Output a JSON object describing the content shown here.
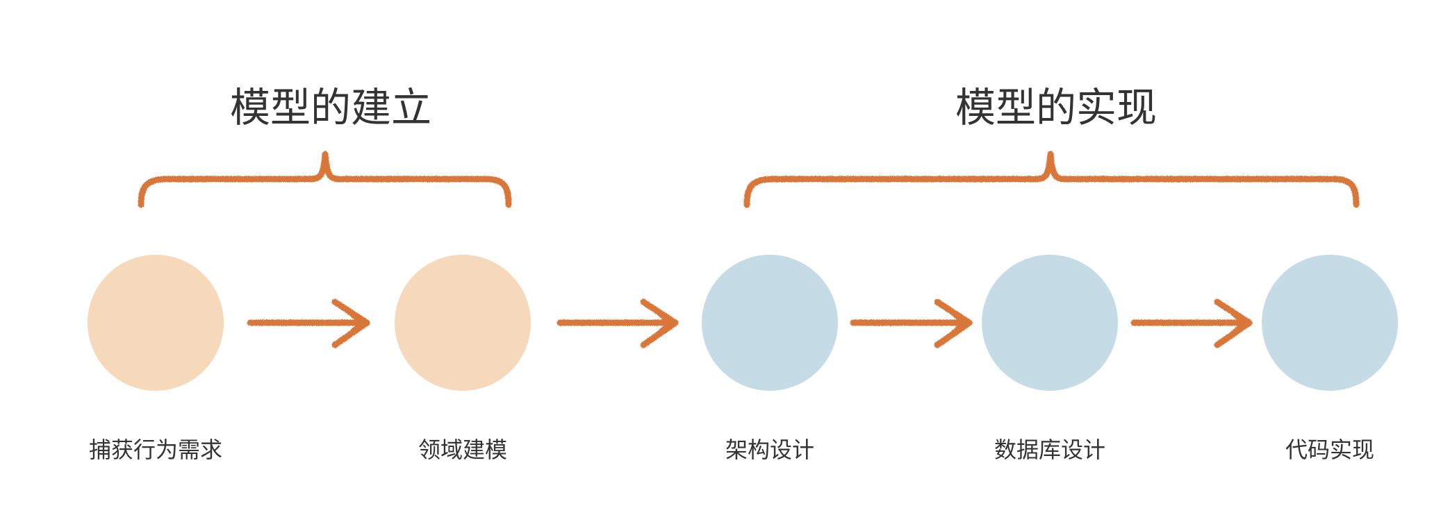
{
  "groups": [
    {
      "title": "模型的建立",
      "steps": [
        0,
        1
      ]
    },
    {
      "title": "模型的实现",
      "steps": [
        2,
        3,
        4
      ]
    }
  ],
  "steps": [
    {
      "label": "捕获行为需求",
      "phase": "建立"
    },
    {
      "label": "领域建模",
      "phase": "建立"
    },
    {
      "label": "架构设计",
      "phase": "实现"
    },
    {
      "label": "数据库设计",
      "phase": "实现"
    },
    {
      "label": "代码实现",
      "phase": "实现"
    }
  ],
  "colors": {
    "build_circle": "#F6D8BB",
    "implement_circle": "#C5DCE6",
    "stroke": "#D9773A",
    "text": "#333333"
  },
  "icons": {
    "arrow": "arrow-right-icon",
    "brace": "curly-brace-icon"
  }
}
